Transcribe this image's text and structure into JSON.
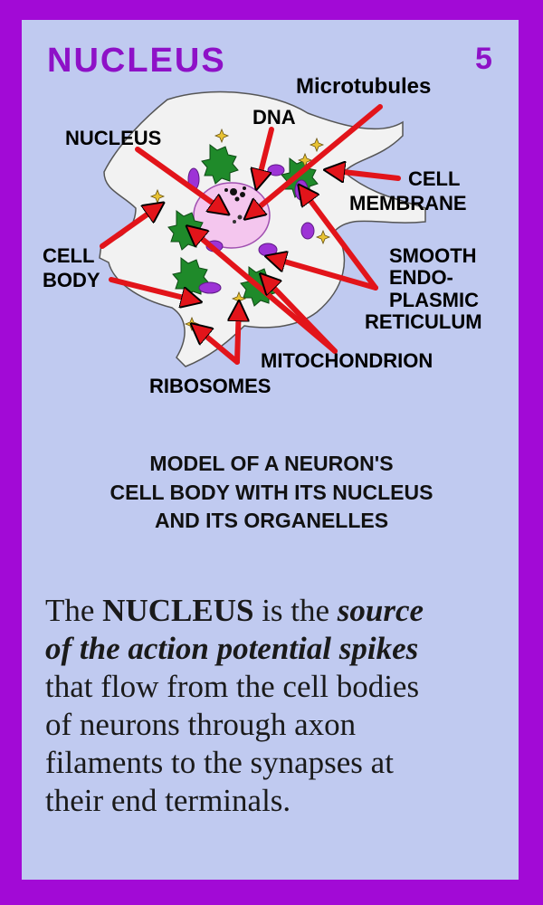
{
  "card": {
    "title": "NUCLEUS",
    "number": "5"
  },
  "diagram": {
    "labels": {
      "microtubules": "Microtubules",
      "dna": "DNA",
      "nucleus": "NUCLEUS",
      "cell_membrane_1": "CELL",
      "cell_membrane_2": "MEMBRANE",
      "cell_body_1": "CELL",
      "cell_body_2": "BODY",
      "ser_1": "SMOOTH",
      "ser_2": "ENDO-",
      "ser_3": "PLASMIC",
      "ser_4": "RETICULUM",
      "mitochondrion": "MITOCHONDRION",
      "ribosomes": "RIBOSOMES"
    },
    "colors": {
      "arrow": "#e2141a",
      "membrane": "#f2f2f2",
      "nucleus": "#f4c6ee",
      "mitochondrion": "#1f8a2a",
      "reticulum": "#9d33d6",
      "ribosome": "#e8c233"
    }
  },
  "caption": {
    "line1": "MODEL OF A NEURON'S",
    "line2": "CELL BODY WITH ITS NUCLEUS",
    "line3": "AND ITS ORGANELLES"
  },
  "description": {
    "l1_a": "The ",
    "l1_b": "NUCLEUS",
    "l1_c": " is the ",
    "l1_d": "source",
    "l2": "of the action potential spikes",
    "l3": "that flow from the cell bodies",
    "l4": "of neurons through axon",
    "l5": "filaments to the synapses at",
    "l6": "their end terminals."
  }
}
